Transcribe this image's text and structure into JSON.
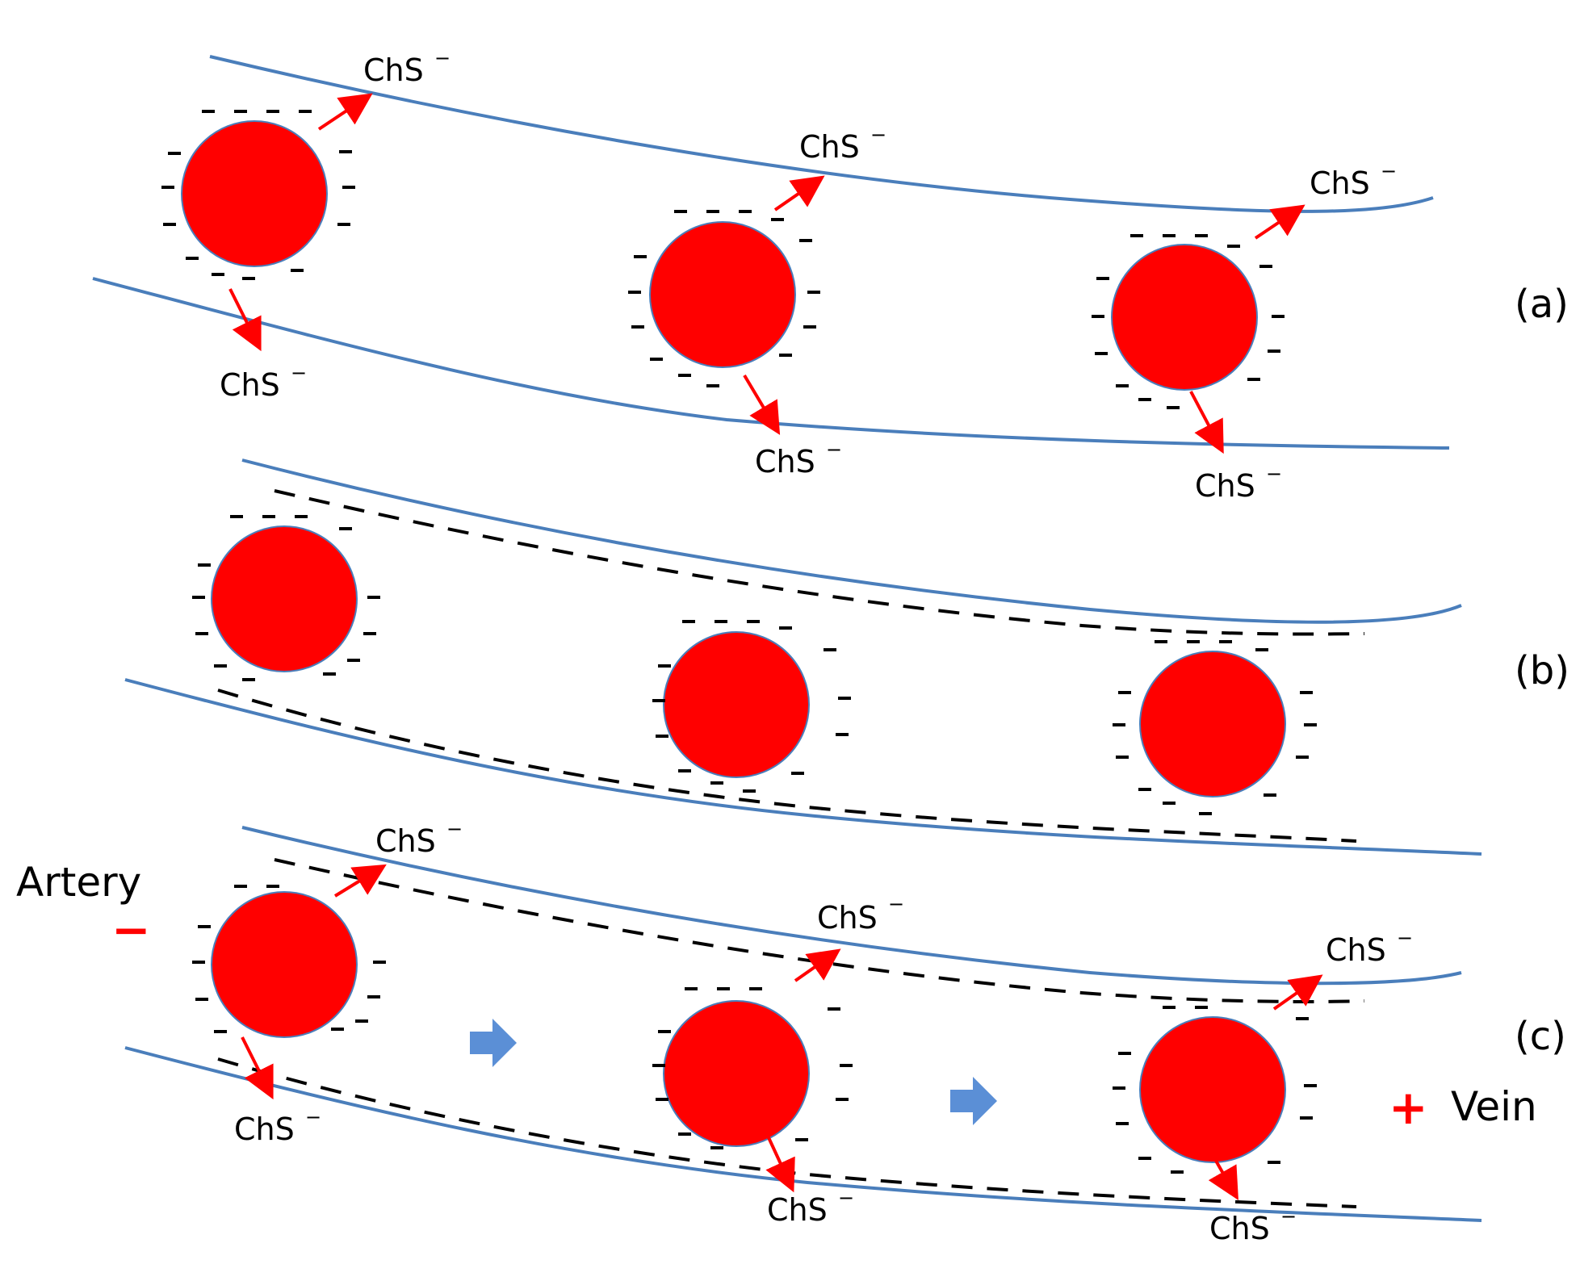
{
  "labels": {
    "ion": "ChS",
    "charge_superscript": "−",
    "panel_a": "(a)",
    "panel_b": "(b)",
    "panel_c": "(c)",
    "artery": "Artery",
    "vein": "Vein",
    "artery_sign": "−",
    "vein_sign": "+"
  },
  "colors": {
    "vessel_wall": "#4a7ebb",
    "red_blood_cell": "#ff0000",
    "ion_arrow": "#ff0000",
    "flow_arrow": "#5b8fd6",
    "charge": "#000000"
  },
  "panels": [
    {
      "id": "a",
      "cells": 3,
      "ions_released": 6,
      "wall_charge_layer": false
    },
    {
      "id": "b",
      "cells": 3,
      "ions_released": 0,
      "wall_charge_layer": true
    },
    {
      "id": "c",
      "cells": 3,
      "ions_released": 6,
      "wall_charge_layer": true,
      "flow_arrows": 2
    }
  ]
}
